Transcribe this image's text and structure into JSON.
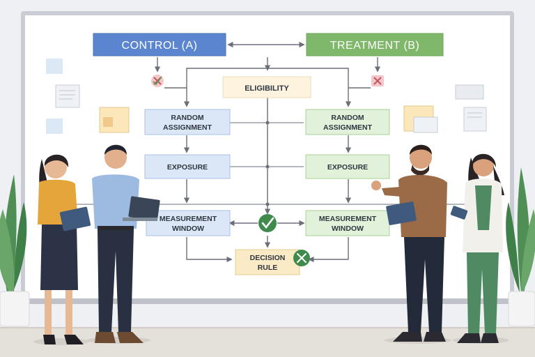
{
  "diagram": {
    "control_header": "CONTROL (A)",
    "treatment_header": "TREATMENT (B)",
    "eligibility": "ELIGIBILITY",
    "control_nodes": {
      "random_line1": "RANDOM",
      "random_line2": "ASSIGNMENT",
      "exposure": "EXPOSURE",
      "measurement_line1": "MEASUREMENT",
      "measurement_line2": "WINDOW"
    },
    "treatment_nodes": {
      "random_line1": "RANDOM",
      "random_line2": "ASSIGNMENT",
      "exposure": "EXPOSURE",
      "measurement_line1": "MEASUREMENT",
      "measurement_line2": "WINDOW"
    },
    "decision_line1": "DECISION",
    "decision_line2": "RULE"
  },
  "colors": {
    "control_header": "#5b86cf",
    "treatment_header": "#7fb86a",
    "control_node_fill": "#dbe7f7",
    "treatment_node_fill": "#e1f1da",
    "eligibility_fill": "#fdf3df",
    "decision_fill": "#fbeac6",
    "check_badge": "#3f8a4c",
    "reject_badge": "#e8a0a4"
  }
}
